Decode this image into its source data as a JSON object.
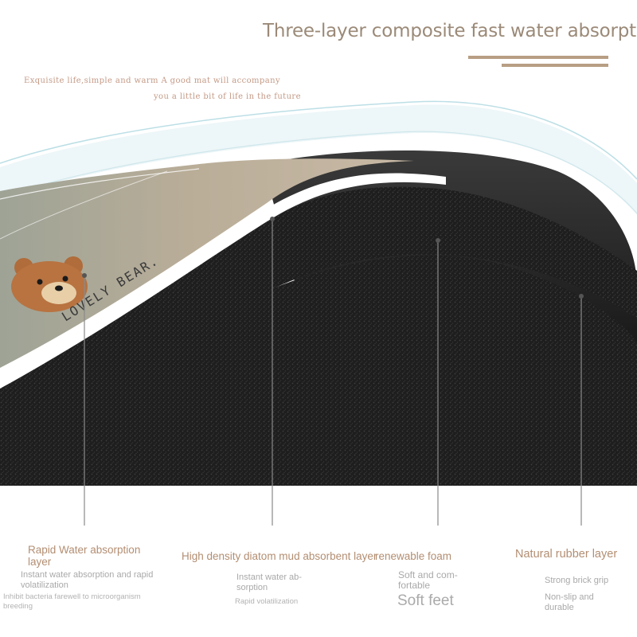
{
  "header": {
    "title": "Three-layer composite fast water absorption",
    "tagline_line1": "Exquisite life,simple and warm A good mat will accompany",
    "tagline_line2": "you a little bit of life in the future",
    "accent_color": "#b89e84"
  },
  "mat": {
    "print_text": "LOVELY BEAR.",
    "surface_color": "#c7b8a4",
    "foam_color": "#1c1c1c",
    "rubber_color": "#2b2b2b",
    "mascot_icon": "bear-face-icon"
  },
  "layers": [
    {
      "title": "Rapid Water absorption layer",
      "desc": "Instant water absorption and rapid volatilization",
      "note": "Inhibit bacteria farewell to microorganism breeding"
    },
    {
      "title": "High density diatom mud absorbent layer",
      "desc": "Instant water ab-sorption",
      "note": "Rapid volatilization"
    },
    {
      "title": "renewable foam",
      "desc": "Soft and com-fortable",
      "note": "Soft feet"
    },
    {
      "title": "Natural rubber layer",
      "desc": "Strong brick grip",
      "note": "Non-slip and durable"
    }
  ]
}
